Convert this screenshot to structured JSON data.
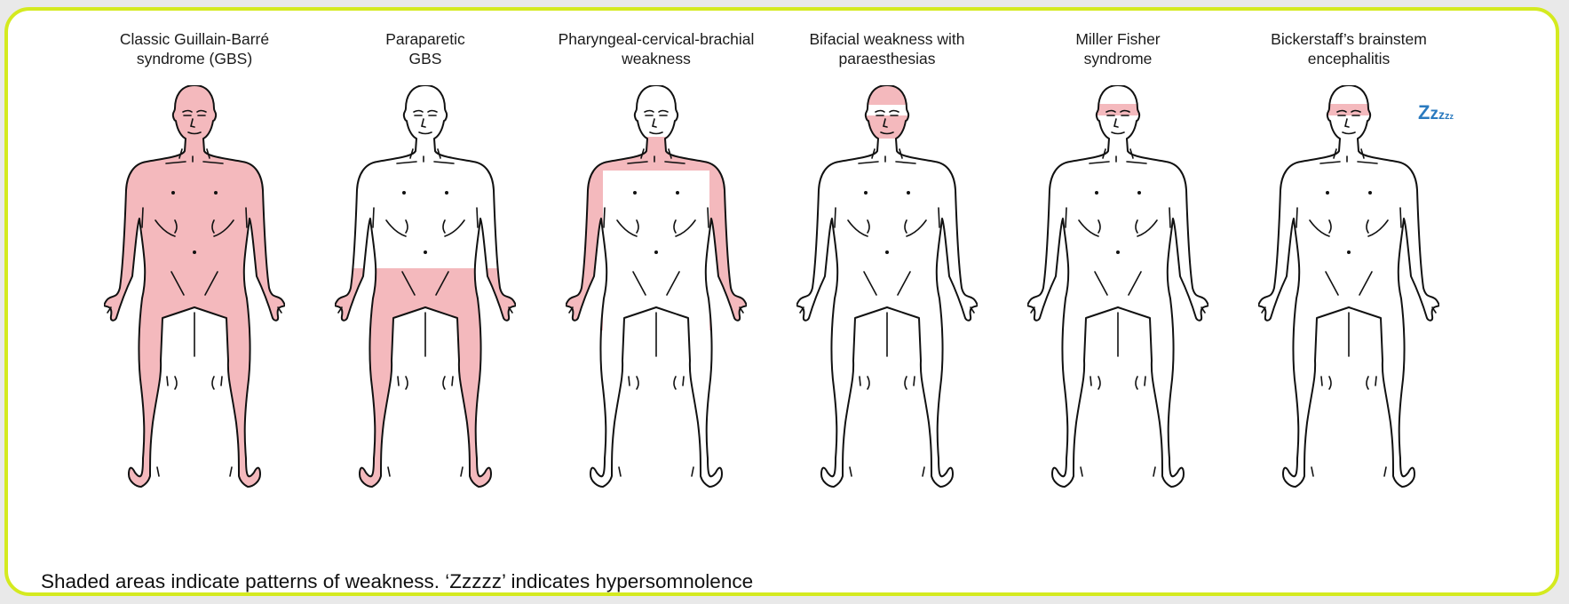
{
  "panels": [
    {
      "id": "classic-gbs",
      "title_line1": "Classic Guillain-Barré",
      "title_line2": "syndrome (GBS)",
      "shading": "whole-body"
    },
    {
      "id": "paraparetic-gbs",
      "title_line1": "Paraparetic",
      "title_line2": "GBS",
      "shading": "legs"
    },
    {
      "id": "pcb-weakness",
      "title_line1": "Pharyngeal-cervical-brachial",
      "title_line2": "weakness",
      "shading": "neck-shoulders-arms"
    },
    {
      "id": "bifacial",
      "title_line1": "Bifacial weakness with",
      "title_line2": "paraesthesias",
      "shading": "face"
    },
    {
      "id": "miller-fisher",
      "title_line1": "Miller Fisher",
      "title_line2": "syndrome",
      "shading": "eyes"
    },
    {
      "id": "bickerstaff",
      "title_line1": "Bickerstaff’s brainstem",
      "title_line2": "encephalitis",
      "shading": "eyes",
      "zzz": "Zzzzz"
    }
  ],
  "caption": "Shaded areas indicate patterns of weakness. ‘Zzzzz’ indicates hypersomnolence",
  "colors": {
    "shade": "#f4b9bd",
    "frame": "#d4ea1f",
    "zzz": "#2a7abf",
    "outline": "#111111"
  }
}
